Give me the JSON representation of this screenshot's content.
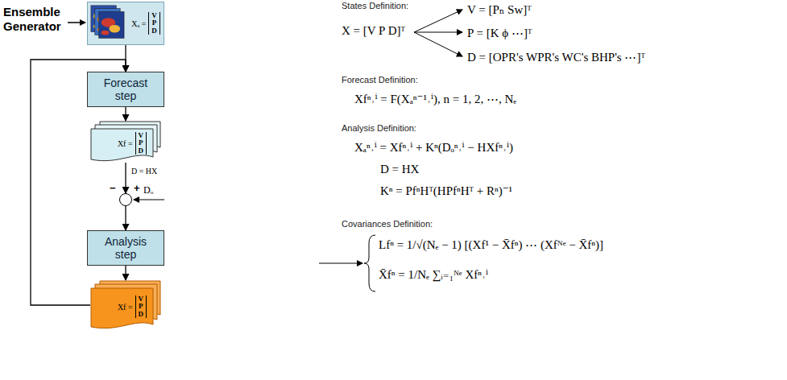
{
  "diagram": {
    "nodes": [
      {
        "text": [
          "Xₐ =",
          "V P D"
        ]
      },
      {
        "text": [
          "Forecast step"
        ]
      },
      {
        "text": [
          "Xf =",
          "V P D"
        ]
      },
      {
        "text": [
          "−",
          "+"
        ]
      },
      {
        "text": [
          "Analysis step"
        ]
      },
      {
        "text": [
          "Xf =",
          "V P D"
        ]
      }
    ],
    "edges": [
      {
        "from": 0,
        "to": 1,
        "arrow": "to"
      },
      {
        "from": 1,
        "to": 2,
        "arrow": "to"
      },
      {
        "from": 2,
        "to": 3,
        "label": "D = HX",
        "arrow": "to"
      },
      {
        "from": 3,
        "to": 4,
        "arrow": "to"
      },
      {
        "from": 4,
        "to": 5,
        "arrow": "to"
      },
      {
        "from": 5,
        "to": 1,
        "arrow": "to"
      }
    ],
    "labels": [
      "Ensemble Generator",
      "Dₒ",
      "States Definition:",
      "X = [V P D]ᵀ",
      "V = [Pₙ Sw]ᵀ",
      "P = [K ϕ ⋯]ᵀ",
      "D = [OPR's WPR's WC's BHP's ⋯]ᵀ",
      "Forecast Definition:",
      "Xfⁿ˒ⁱ = F(Xₐⁿ⁻¹˒ⁱ), n = 1, 2, ⋯, Nₑ",
      "Analysis Definition:",
      "Xₐⁿ˒ⁱ = Xfⁿ˒ⁱ + Kⁿ(Dₒⁿ˒ⁱ − HXfⁿ˒ⁱ)",
      "D = HX",
      "Kⁿ = PfⁿHᵀ(HPfⁿHᵀ + Rⁿ)⁻¹",
      "Covariances Definition:",
      "Lfⁿ = 1/√(Nₑ − 1) [(Xf¹ − X̄fⁿ) ⋯ (Xfᴺᵉ − X̄fⁿ)]",
      "X̄fⁿ = 1/Nₑ ∑ᵢ₌₁ᴺᵉ Xfⁿ˒ⁱ"
    ]
  }
}
